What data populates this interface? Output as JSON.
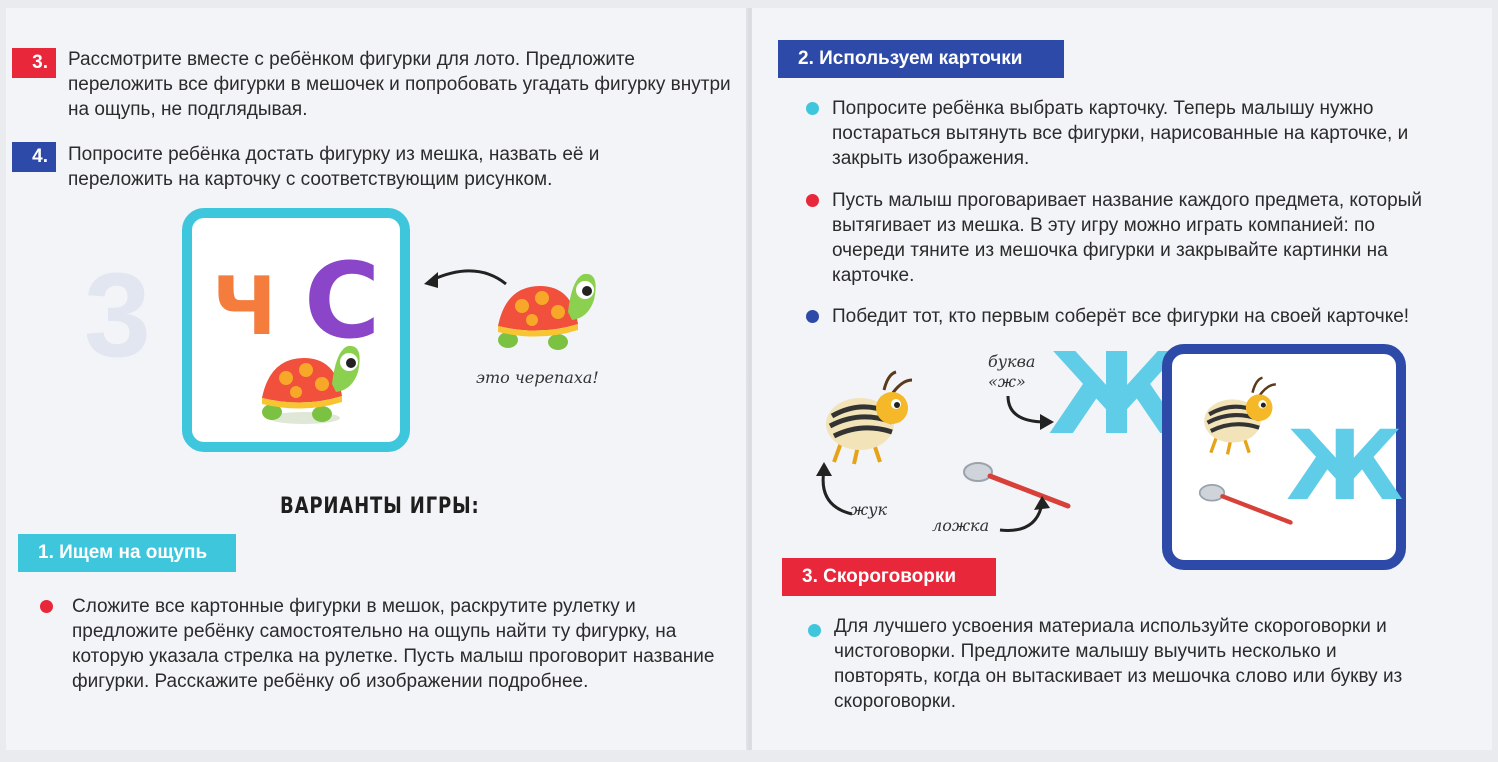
{
  "left": {
    "steps": [
      {
        "number": "3.",
        "color": "#e8283a",
        "text": "Рассмотрите вместе с ребёнком фигурки для лото. Предложите переложить все фигурки в мешочек и попробовать угадать фигурку внутри на ощупь, не подглядывая."
      },
      {
        "number": "4.",
        "color": "#2e4aa8",
        "text": "Попросите ребёнка достать фигурку из мешка, назвать её и переложить на карточку с соответствующим рисунком."
      }
    ],
    "card_letters": [
      "Ч",
      "С"
    ],
    "turtle_caption": "это черепаха!",
    "variants_title": "ВАРИАНТЫ ИГРЫ:",
    "section1": {
      "title": "1. Ищем на ощупь",
      "color": "#3ec6dc",
      "bullet_color": "#e8283a",
      "text": "Сложите все картонные фигурки в мешок, раскрутите рулетку и предложите ребёнку самостоятельно на ощупь найти ту фигурку, на которую указала стрелка на рулетке. Пусть малыш проговорит название фигурки. Расскажите ребёнку об изображении подробнее."
    }
  },
  "right": {
    "section2": {
      "title": "2. Используем карточки",
      "color": "#2e4aa8",
      "bullets": [
        {
          "color": "#3ec6dc",
          "text": "Попросите ребёнка выбрать карточку. Теперь малышу нужно постараться вытянуть все фигурки, нарисованные на карточке, и закрыть изображения."
        },
        {
          "color": "#e8283a",
          "text": "Пусть малыш проговаривает название каждого предмета, который вытягивает из мешка. В эту игру можно играть компанией: по очереди тяните из мешочка фигурки и закрывайте картинки на карточке."
        },
        {
          "color": "#2e4aa8",
          "text": "Победит тот, кто первым соберёт все фигурки на своей карточке!"
        }
      ]
    },
    "illustration": {
      "letter": "Ж",
      "letter_caption_line1": "буква",
      "letter_caption_line2": "«ж»",
      "beetle_caption": "жук",
      "spoon_caption": "ложка"
    },
    "section3": {
      "title": "3. Скороговорки",
      "color": "#e8283a",
      "bullet_color": "#3ec6dc",
      "text": "Для лучшего усвоения материала используйте скороговорки и чистоговорки. Предложите малышу выучить несколько и повторять, когда он вытаскивает из мешочка слово или букву из скороговорки."
    }
  }
}
